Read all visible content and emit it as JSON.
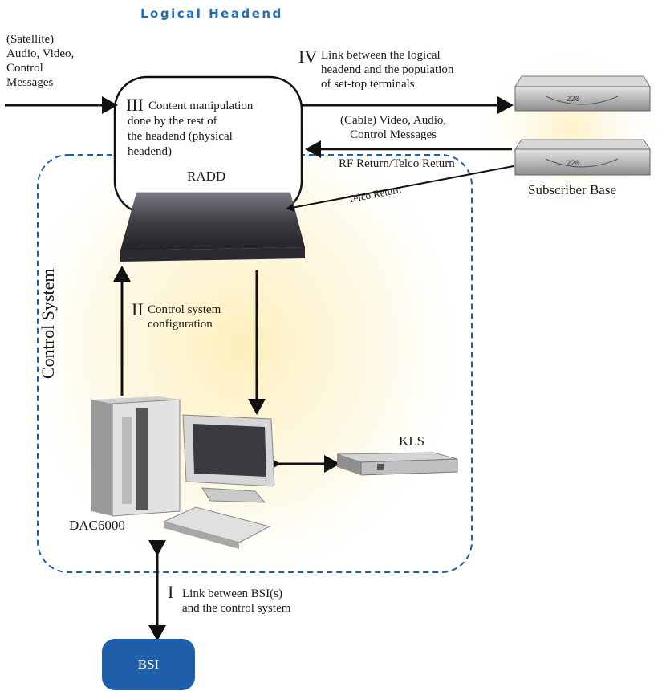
{
  "title": "Logical Headend",
  "input_label": [
    "(Satellite)",
    "Audio, Video,",
    "Control",
    "Messages"
  ],
  "link_iv": {
    "numeral": "IV",
    "lines": [
      "Link between the logical",
      "headend and the population",
      "of set-top terminals"
    ]
  },
  "box_iii": {
    "numeral": "III",
    "lines": [
      "Content manipulation",
      "done by the rest of",
      "the headend (physical",
      "headend)"
    ]
  },
  "cable_label": [
    "(Cable) Video, Audio,",
    "Control Messages"
  ],
  "rf_return": "RF Return/Telco Return",
  "telco_return": "Telco Return",
  "radd": "RADD",
  "subscriber_base": "Subscriber Base",
  "control_system": "Control System",
  "link_ii": {
    "numeral": "II",
    "lines": [
      "Control system",
      "configuration"
    ]
  },
  "kls": "KLS",
  "dac": "DAC6000",
  "link_i": {
    "numeral": "I",
    "lines": [
      "Link between BSI(s)",
      "and the control system"
    ]
  },
  "bsi": "BSI",
  "stb_display": "220",
  "colors": {
    "title": "#1f6fb5",
    "dashed_border": "#1f5ea8",
    "bsi_fill": "#1f5ea8",
    "glow": "#fdf1c4"
  }
}
